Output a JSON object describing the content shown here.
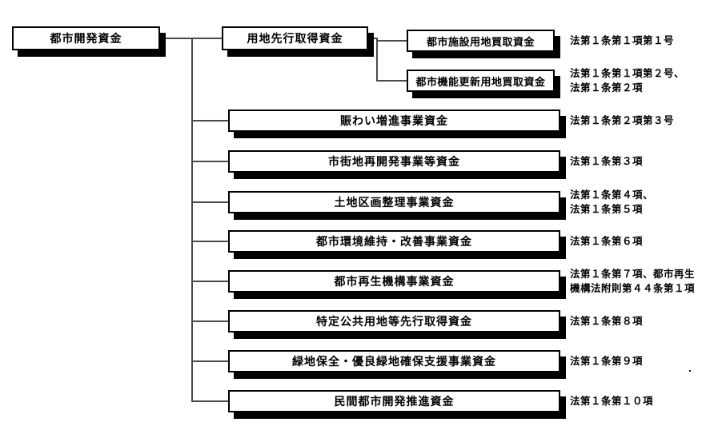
{
  "diagram": {
    "root": {
      "label": "都市開発資金"
    },
    "branch": {
      "label": "用地先行取得資金"
    },
    "sub_branches": [
      {
        "label": "都市施設用地買取資金",
        "note": "法第１条第１項第１号"
      },
      {
        "label": "都市機能更新用地買取資金",
        "note": "法第１条第１項第２号、\n法第１条第２項"
      }
    ],
    "rows": [
      {
        "label": "賑わい増進事業資金",
        "note": "法第１条第２項第３号"
      },
      {
        "label": "市街地再開発事業等資金",
        "note": "法第１条第３項"
      },
      {
        "label": "土地区画整理事業資金",
        "note": "法第１条第４項、\n法第１条第５項"
      },
      {
        "label": "都市環境維持・改善事業資金",
        "note": "法第１条第６項"
      },
      {
        "label": "都市再生機構事業資金",
        "note": "法第１条第７項、都市再生\n機構法附則第４４条第１項"
      },
      {
        "label": "特定公共用地等先行取得資金",
        "note": "法第１条第８項"
      },
      {
        "label": "緑地保全・優良緑地確保支援事業資金",
        "note": "法第１条第９項"
      },
      {
        "label": "民間都市開発推進資金",
        "note": "法第１条第１０項"
      }
    ],
    "stray_dot": "."
  }
}
